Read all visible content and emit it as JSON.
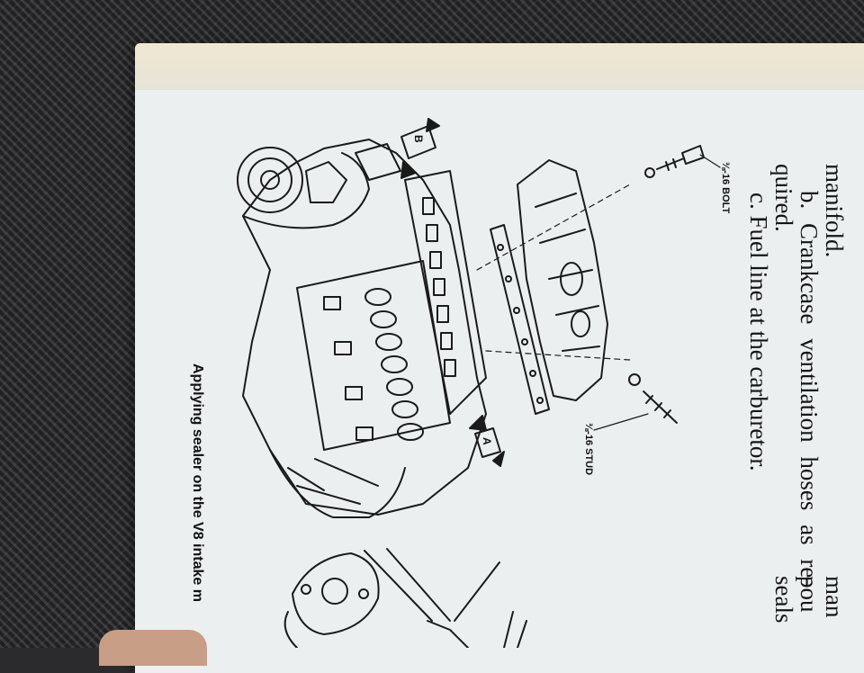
{
  "text": {
    "line_manifold": "manifold.",
    "line_b": "b. Crankcase ventilation hoses as re-",
    "line_quired": "quired.",
    "line_c": "c. Fuel line at the carburetor.",
    "right_col_1": "man",
    "right_col_2": "pou",
    "right_col_3": "seals"
  },
  "diagram": {
    "bolt_label": "⅜-16 BOLT",
    "stud_label": "⅜-16 STUD",
    "arrow_a": "A",
    "arrow_b": "B"
  },
  "caption": "Applying sealer on the V8 intake m"
}
